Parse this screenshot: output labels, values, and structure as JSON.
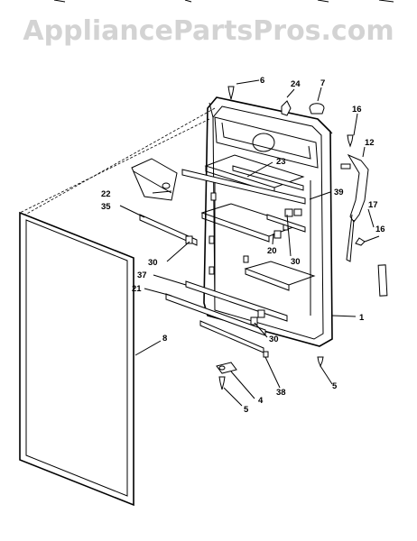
{
  "watermark": "AppliancePartsPros.com",
  "callouts": {
    "c6_top": "6",
    "c24": "24",
    "c7": "7",
    "c16_top": "16",
    "c12": "12",
    "c23": "23",
    "c22": "22",
    "c35": "35",
    "c39": "39",
    "c17": "17",
    "c16_right": "16",
    "c20": "20",
    "c30_right": "30",
    "c30_left": "30",
    "c37": "37",
    "c21": "21",
    "c1": "1",
    "c8": "8",
    "c30_bottom": "30",
    "c38": "38",
    "c5_right": "5",
    "c4": "4",
    "c5_left": "5"
  }
}
